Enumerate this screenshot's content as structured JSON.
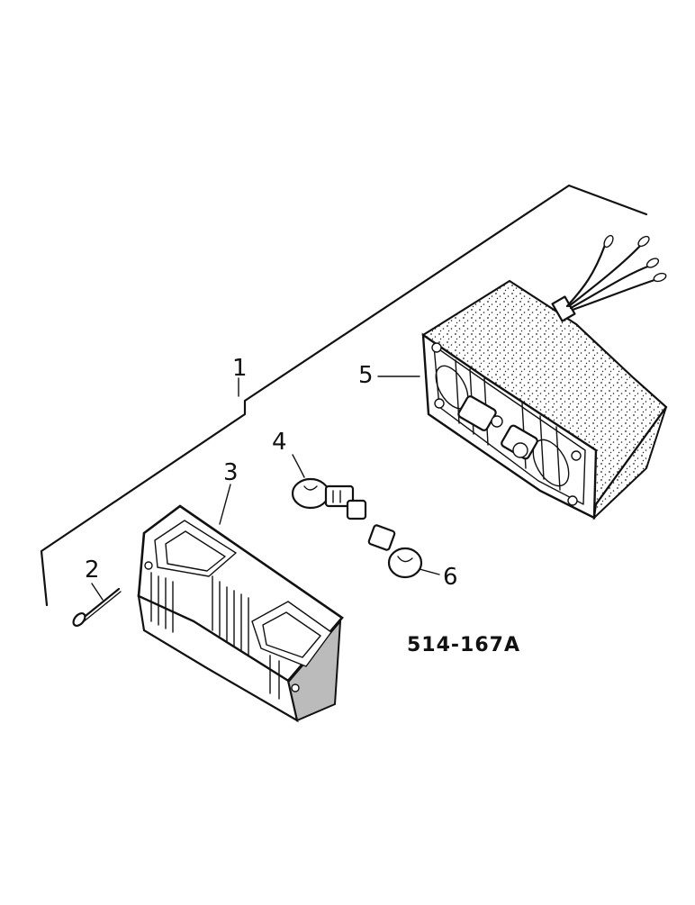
{
  "callouts": {
    "assembly": "1",
    "screw": "2",
    "lens": "3",
    "bulb_upper": "4",
    "housing": "5",
    "bulb_lower": "6"
  },
  "drawing_code": "514-167A"
}
